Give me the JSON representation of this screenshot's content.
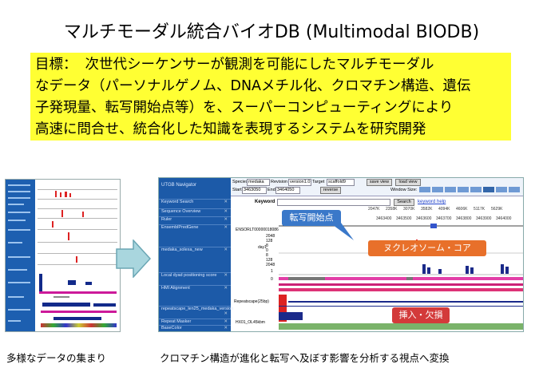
{
  "title": "マルチモーダル統合バイオDB (Multimodal BIODB)",
  "goal": {
    "lead": "目標：",
    "lines": [
      "次世代シーケンサーが観測を可能にしたマルチモーダル",
      "なデータ（パーソナルゲノム、DNAメチル化、クロマチン構造、遺伝",
      "子発現量、転写開始点等）を、スーパーコンピューティングにより",
      "高速に問合せ、統合化した知識を表現するシステムを研究開発"
    ]
  },
  "browser": {
    "nav_title": "UTGB Navigator",
    "nav_items": [
      "Keyword Search",
      "Sequence Overview",
      "Ruler",
      "EnsemblPredGene",
      "medaka_solexa_new",
      "Local dyad positioning score",
      "HMI Alignment",
      "repeatscape_len25_medaka_version",
      "Repeat Masker",
      "BaseColor"
    ],
    "species_label": "Species",
    "species_value": "medaka",
    "revision_label": "Revision",
    "revision_value": "version1.0",
    "target_label": "Target",
    "target_value": "scaffold9",
    "save_view": "save view",
    "load_view": "load view",
    "start_label": "Start",
    "start_value": "3463050",
    "end_label": "End",
    "end_value": "3464050",
    "reverse": "reverse",
    "window_size_label": "Window Size:",
    "keyword_label": "Keyword",
    "search_button": "Search",
    "keyword_help": "keyword help",
    "ruler_top": [
      "2047K",
      "2358K",
      "3070K",
      "3582K",
      "4094K",
      "4606K",
      "5117K",
      "5629K"
    ],
    "ruler_bottom": [
      "3463400",
      "3463500",
      "3463600",
      "3463700",
      "3463800",
      "3463900",
      "3464000"
    ],
    "gene_label": "ENSORLT00000018086",
    "track_label": "day1",
    "ticks_upper": [
      "2048",
      "128",
      "8",
      "0"
    ],
    "ticks_lower": [
      "8",
      "128",
      "2048"
    ],
    "dyad_ticks": [
      "1",
      "0"
    ],
    "repeat_label": "Repeatscape(25bp)",
    "hmi_label": "HX01_OL45kbm",
    "callouts": {
      "tss": "転写開始点",
      "nucleosome": "ヌクレオソーム・コア",
      "indel": "挿入・欠損"
    }
  },
  "captions": {
    "left": "多様なデータの集まり",
    "right": "クロマチン構造が進化と転写へ及ぼす影響を分析する視点へ変換"
  },
  "colors": {
    "highlight": "#ffff33",
    "callout_blue": "#3a78c9",
    "callout_orange": "#e8702a",
    "callout_red": "#d33a3a",
    "nav_blue": "#1c5aa8"
  }
}
